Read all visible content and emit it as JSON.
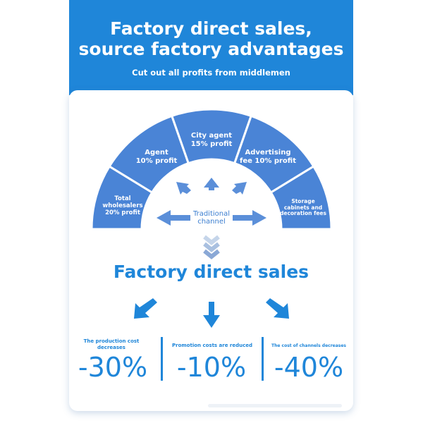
{
  "header": {
    "title_line1": "Factory direct sales,",
    "title_line2": "source factory advantages",
    "subtitle": "Cut out all profits from middlemen"
  },
  "traditional_channel": {
    "center_label_line1": "Traditional",
    "center_label_line2": "channel",
    "segments": [
      {
        "line1": "Total",
        "line2": "wholesalers",
        "line3": "20% profit"
      },
      {
        "line1": "Agent",
        "line2": "10% profit"
      },
      {
        "line1": "City agent",
        "line2": "15% profit"
      },
      {
        "line1": "Advertising",
        "line2": "fee 10% profit"
      },
      {
        "line1": "Storage",
        "line2": "cabinets and",
        "line3": "decoration fees"
      }
    ]
  },
  "factory_direct": {
    "title": "Factory direct sales",
    "stats": [
      {
        "label_line1": "The production cost",
        "label_line2": "decreases",
        "value": "-30%"
      },
      {
        "label_line1": "Promotion costs are reduced",
        "value": "-10%"
      },
      {
        "label_line1": "The cost of channels decreases",
        "value": "-40%"
      }
    ]
  },
  "colors": {
    "primary_blue": "#1f86d9",
    "segment_blue": "#4a84d6",
    "arrow_blue": "#5b8fd9",
    "text_blue": "#3d7fd0"
  },
  "icons": [
    "arrow-up-icon",
    "arrow-left-icon",
    "arrow-right-icon",
    "chevron-down-icon",
    "arrow-down-icon"
  ]
}
